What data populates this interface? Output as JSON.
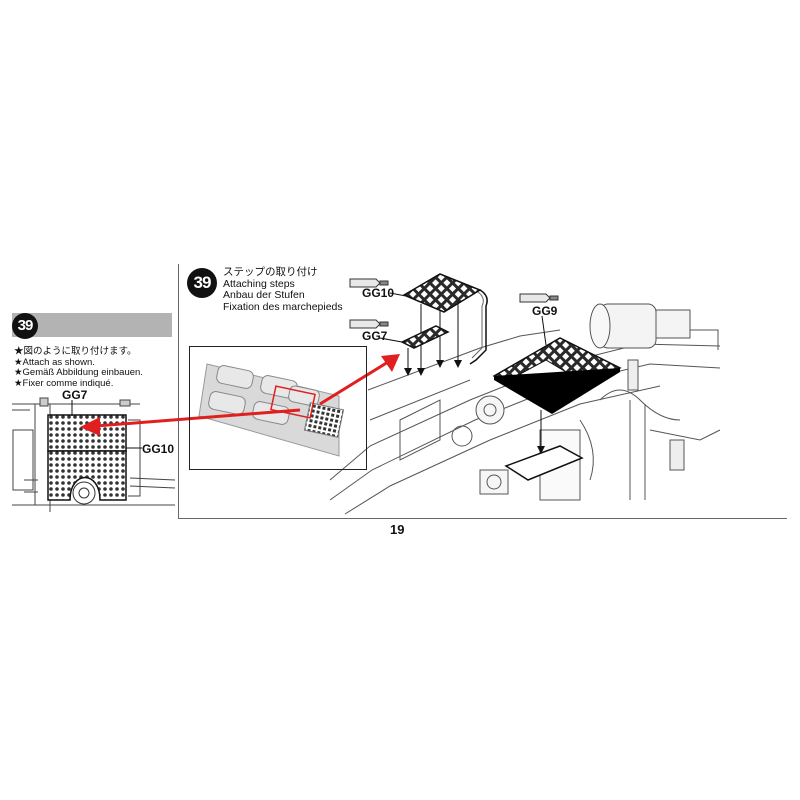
{
  "left_panel": {
    "step_number": "39",
    "instructions": [
      "★図のように取り付けます。",
      "★Attach as shown.",
      "★Gemäß Abbildung einbauen.",
      "★Fixer comme indiqué."
    ],
    "label_gg7": "GG7",
    "label_gg10": "GG10"
  },
  "main_panel": {
    "step_number": "39",
    "titles": [
      "ステップの取り付け",
      "Attaching steps",
      "Anbau der Stufen",
      "Fixation des marchepieds"
    ],
    "label_gg10": "GG10",
    "label_gg7": "GG7",
    "label_gg9": "GG9",
    "page_number": "19"
  },
  "colors": {
    "arrow_red": "#e02020",
    "bar_gray": "#b3b3b3",
    "frame_gray": "#666666"
  }
}
